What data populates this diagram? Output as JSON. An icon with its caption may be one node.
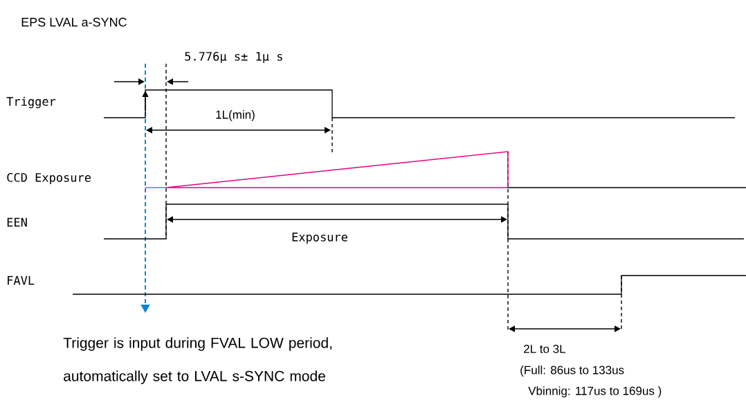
{
  "diagram": {
    "title": "EPS LVAL a-SYNC",
    "labels": [
      "5.776μ s± 1μ s",
      "Trigger",
      "1L(min)",
      "CCD Exposure",
      "EEN",
      "Exposure",
      "FAVL",
      "Trigger is input during FVAL LOW period, automatically set to LVAL s-SYNC mode",
      "2L to 3L",
      "(Full: 86us to 133us",
      "Vbinnig: 117us to 169us )"
    ]
  }
}
